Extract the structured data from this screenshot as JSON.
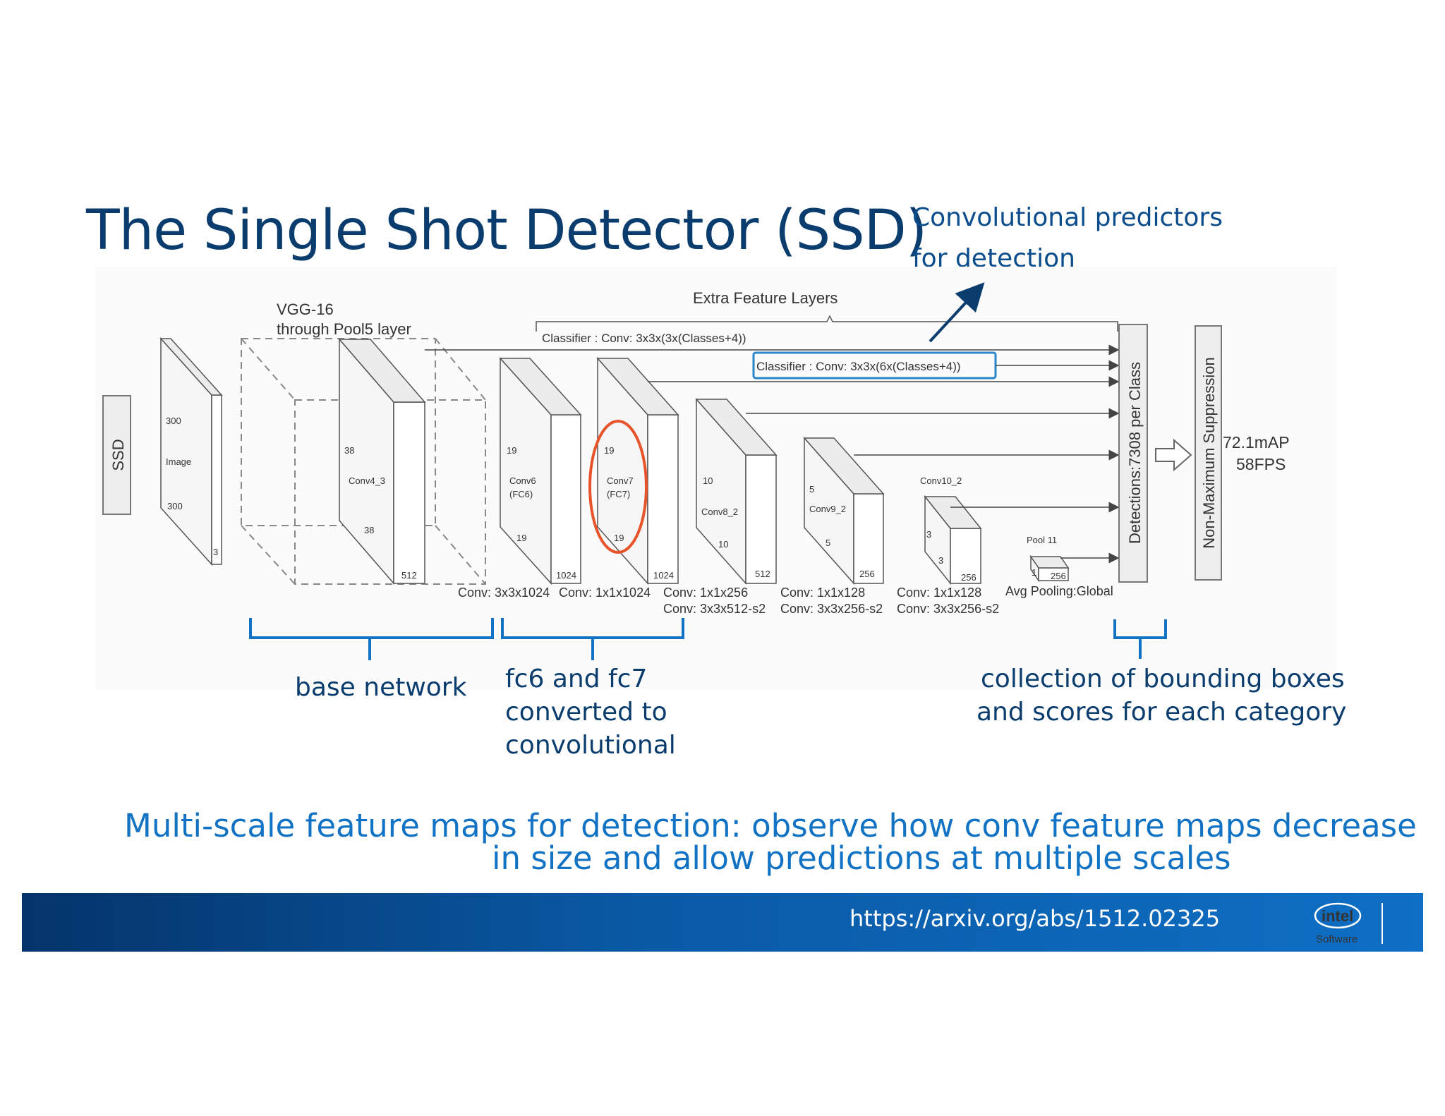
{
  "title": "The Single Shot Detector (SSD)",
  "predictor_note": [
    "Convolutional predictors",
    "for detection"
  ],
  "diagram": {
    "ssd_label": "SSD",
    "image_labels": {
      "h": "300",
      "name": "Image",
      "w": "300",
      "c": "3"
    },
    "vgg_label": [
      "VGG-16",
      "through Pool5 layer"
    ],
    "extra_layers_label": "Extra Feature Layers",
    "classifier_top": "Classifier : Conv: 3x3x(3x(Classes+4))",
    "classifier_box": "Classifier : Conv: 3x3x(6x(Classes+4))",
    "conv4_3": {
      "top": "38",
      "name": "Conv4_3",
      "bottom": "38",
      "depth": "512"
    },
    "conv6": {
      "top": "19",
      "name": "Conv6",
      "sub": "(FC6)",
      "bottom": "19",
      "depth": "1024"
    },
    "conv7": {
      "top": "19",
      "name": "Conv7",
      "sub": "(FC7)",
      "bottom": "19",
      "depth": "1024"
    },
    "conv8_2": {
      "top": "10",
      "name": "Conv8_2",
      "bottom": "10",
      "depth": "512"
    },
    "conv9_2": {
      "top": "5",
      "name": "Conv9_2",
      "bottom": "5",
      "depth": "256"
    },
    "conv10_2": {
      "name": "Conv10_2",
      "top": "3",
      "bottom": "3",
      "depth": "256"
    },
    "pool11": {
      "name": "Pool 11",
      "top": "1",
      "depth": "256"
    },
    "conv_labels_row1": [
      "Conv: 3x3x1024",
      "Conv: 1x1x1024",
      "Conv: 1x1x256",
      "Conv: 1x1x128",
      "Conv: 1x1x128",
      "Avg Pooling:Global"
    ],
    "conv_labels_row2": [
      "Conv:  3x3x512-s2",
      "Conv: 3x3x256-s2",
      "Conv: 3x3x256-s2"
    ],
    "detections_label": "Detections:7308  per Class",
    "nms_label": "Non-Maximum Suppression",
    "map_label": "72.1mAP",
    "fps_label": "58FPS"
  },
  "annotations": {
    "base_network": "base network",
    "fc_converted": [
      "fc6 and fc7",
      "converted to",
      "convolutional"
    ],
    "collection": [
      "collection of bounding boxes",
      "and scores for each category"
    ]
  },
  "caption": [
    "Multi-scale feature maps for detection: observe how conv feature maps decrease",
    "in size and  allow predictions at multiple scales"
  ],
  "footer": {
    "url": "https://arxiv.org/abs/1512.02325",
    "logo_text": "intel",
    "logo_sub": "Software"
  },
  "colors": {
    "title": "#0a3d6e",
    "accent_blue": "#1273c4",
    "highlight_orange": "#e8542a",
    "footer_dark": "#04346a",
    "footer_light": "#0f6fc4"
  }
}
